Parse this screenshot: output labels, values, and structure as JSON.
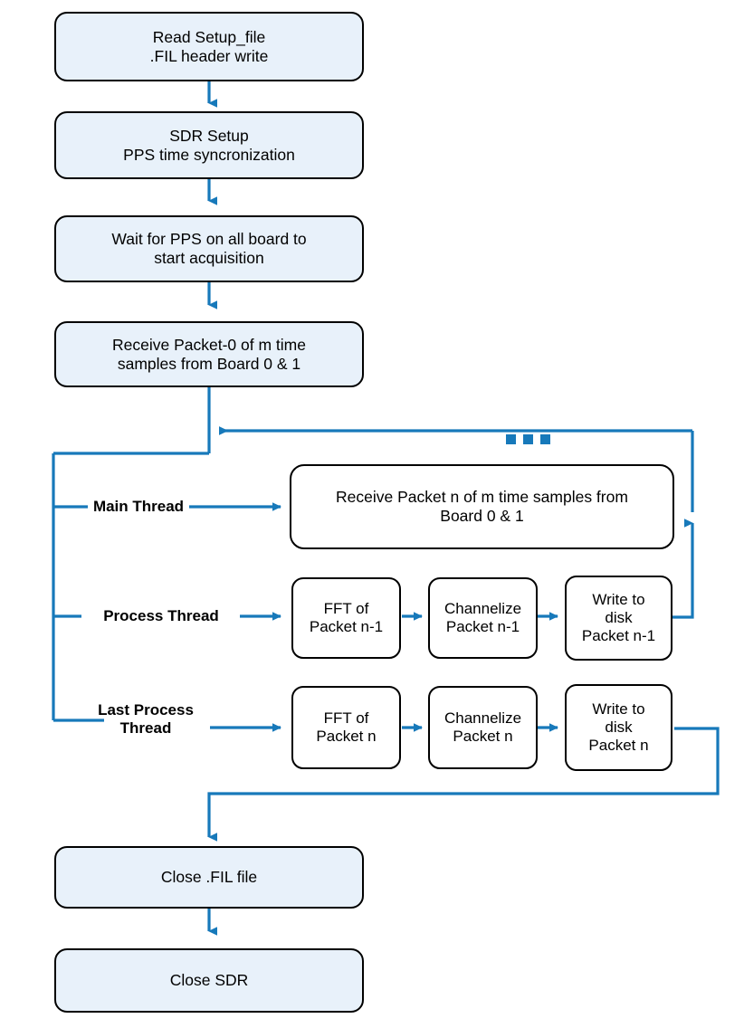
{
  "diagram": {
    "title": "SDR acquisition and processing pipeline flowchart",
    "colors": {
      "connector": "#1779ba",
      "stage_fill": "#e8f1fa",
      "node_fill": "#ffffff",
      "stroke": "#000000",
      "text": "#000000"
    }
  },
  "nodes": {
    "read_setup": "Read Setup_file\n.FIL header write",
    "sdr_setup": "SDR Setup\nPPS time syncronization",
    "wait_pps": "Wait for PPS on all board to\nstart acquisition",
    "receive_packet0": "Receive Packet-0 of m time\nsamples from Board 0 & 1",
    "receive_packet_n": "Receive Packet n of m time samples from\nBoard 0 & 1",
    "fft_n_minus_1": "FFT of\nPacket n-1",
    "channelize_n_minus_1": "Channelize\nPacket n-1",
    "write_disk_n_minus_1": "Write to\ndisk\nPacket n-1",
    "fft_n": "FFT of\nPacket n",
    "channelize_n": "Channelize\nPacket n",
    "write_disk_n": "Write to\ndisk\nPacket n",
    "close_fil": "Close .FIL file",
    "close_sdr": "Close SDR"
  },
  "thread_labels": {
    "main": "Main Thread",
    "process": "Process Thread",
    "last_process": "Last Process\nThread"
  },
  "annotations": {
    "ellipsis": "…"
  }
}
